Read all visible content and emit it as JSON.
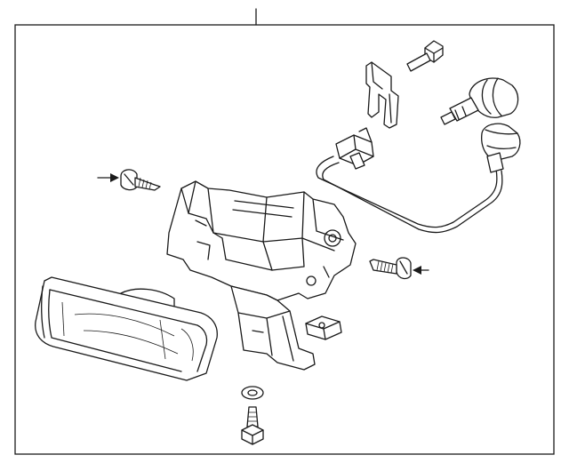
{
  "diagram": {
    "type": "exploded-parts-diagram",
    "parts": [
      "fog-lamp-lens-housing",
      "fog-lamp-mounting-bracket",
      "upper-bolt",
      "left-screw",
      "right-screw",
      "wire-harness-bracket",
      "wiring-harness",
      "harness-connector",
      "bulb",
      "bulb-socket",
      "clip",
      "bottom-bolt",
      "washer"
    ]
  }
}
